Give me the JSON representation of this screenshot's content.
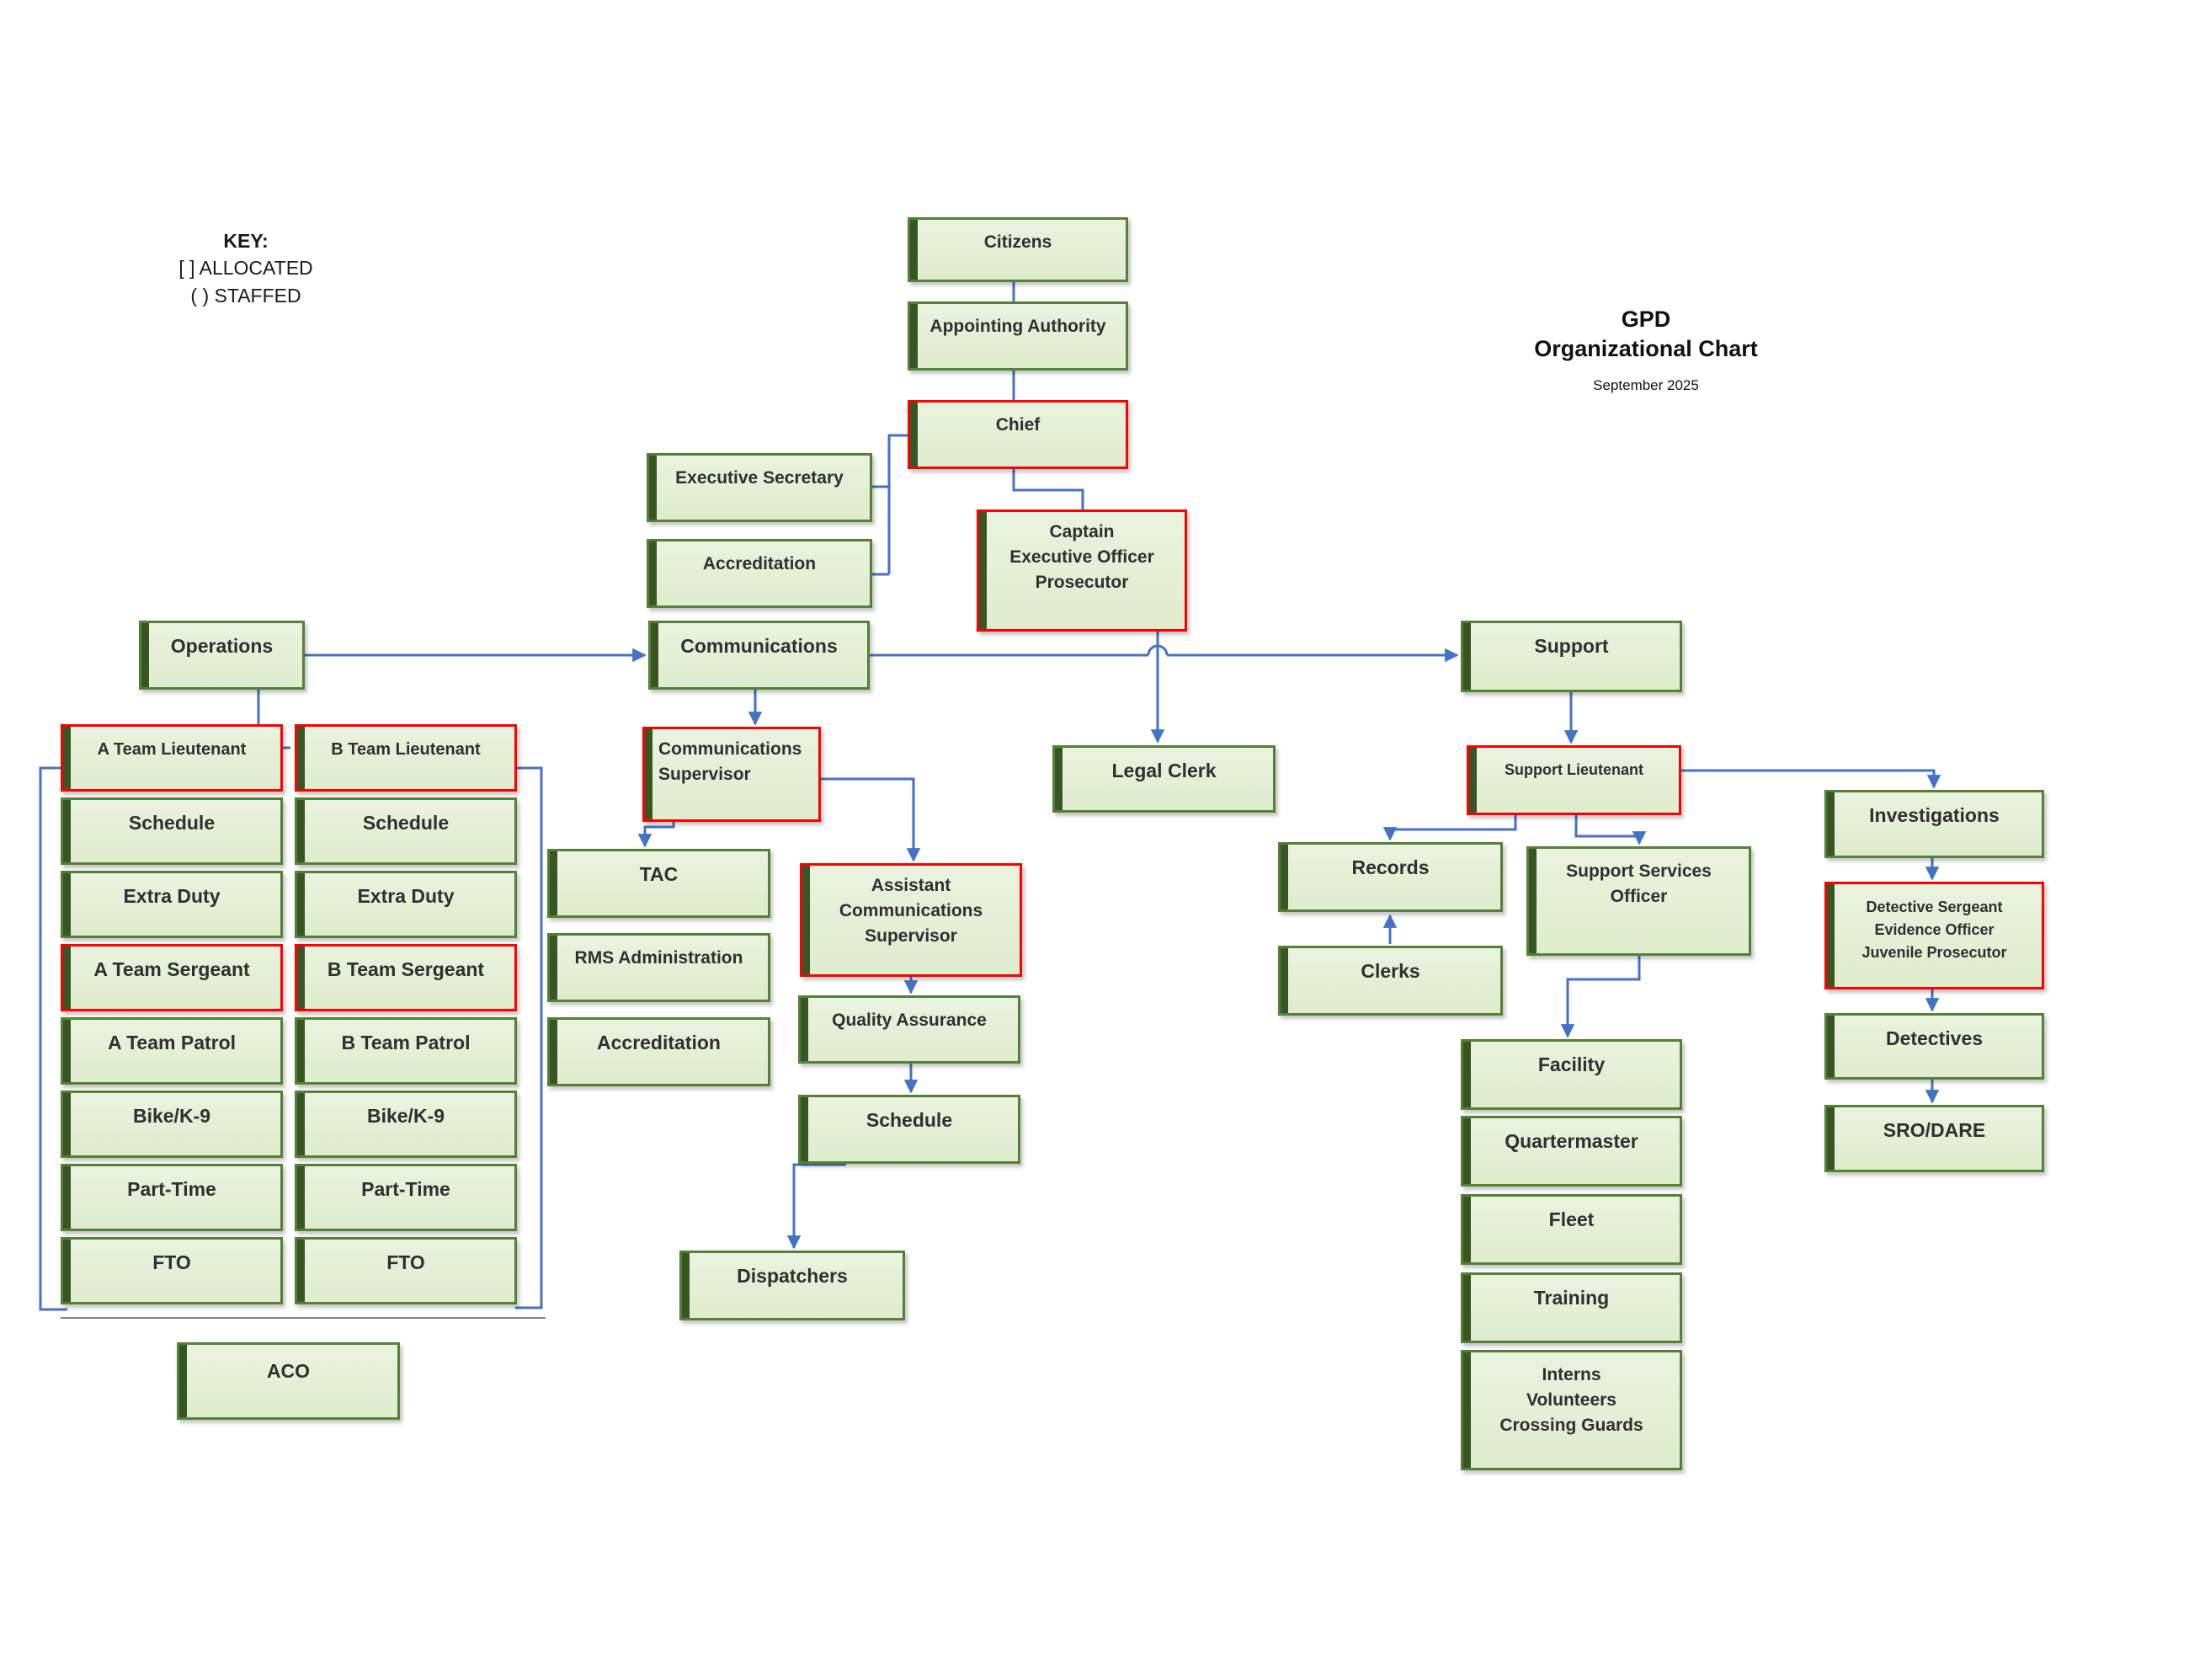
{
  "legend": {
    "title": "KEY:",
    "allocated": "[ ] ALLOCATED",
    "staffed": "( ) STAFFED"
  },
  "header": {
    "title_line1": "GPD",
    "title_line2": "Organizational Chart",
    "subtitle": "September 2025"
  },
  "colors": {
    "box_fill": "#e4f0d8",
    "box_border_green": "#538135",
    "box_border_red": "#fe0000",
    "accent_bar": "#375623",
    "connector_blue": "#4472c4"
  },
  "nodes": {
    "citizens": "Citizens",
    "appointing_authority": "Appointing Authority",
    "chief": "Chief",
    "executive_secretary": "Executive Secretary",
    "accreditation_admin": "Accreditation",
    "captain": "Captain\nExecutive Officer\nProsecutor",
    "operations": "Operations",
    "communications": "Communications",
    "support": "Support",
    "a_team_lieutenant": "A Team Lieutenant",
    "a_schedule": "Schedule",
    "a_extra_duty": "Extra Duty",
    "a_team_sergeant": "A Team Sergeant",
    "a_team_patrol": "A Team Patrol",
    "a_bike_k9": "Bike/K-9",
    "a_part_time": "Part-Time",
    "a_fto": "FTO",
    "b_team_lieutenant": "B Team Lieutenant",
    "b_schedule": "Schedule",
    "b_extra_duty": "Extra Duty",
    "b_team_sergeant": "B Team Sergeant",
    "b_team_patrol": "B Team Patrol",
    "b_bike_k9": "Bike/K-9",
    "b_part_time": "Part-Time",
    "b_fto": "FTO",
    "aco": "ACO",
    "communications_supervisor": "Communications\nSupervisor",
    "tac": "TAC",
    "rms_administration": "RMS Administration",
    "accreditation_comms": "Accreditation",
    "assistant_communications_supervisor": "Assistant\nCommunications\nSupervisor",
    "quality_assurance": "Quality Assurance",
    "comms_schedule": "Schedule",
    "dispatchers": "Dispatchers",
    "legal_clerk": "Legal Clerk",
    "support_lieutenant": "Support Lieutenant",
    "records": "Records",
    "clerks": "Clerks",
    "support_services_officer": "Support Services\nOfficer",
    "facility": "Facility",
    "quartermaster": "Quartermaster",
    "fleet": "Fleet",
    "training": "Training",
    "interns_volunteers": "Interns\nVolunteers\nCrossing Guards",
    "investigations": "Investigations",
    "detective_sergeant": "Detective Sergeant\nEvidence Officer\nJuvenile Prosecutor",
    "detectives": "Detectives",
    "sro_dare": "SRO/DARE"
  }
}
